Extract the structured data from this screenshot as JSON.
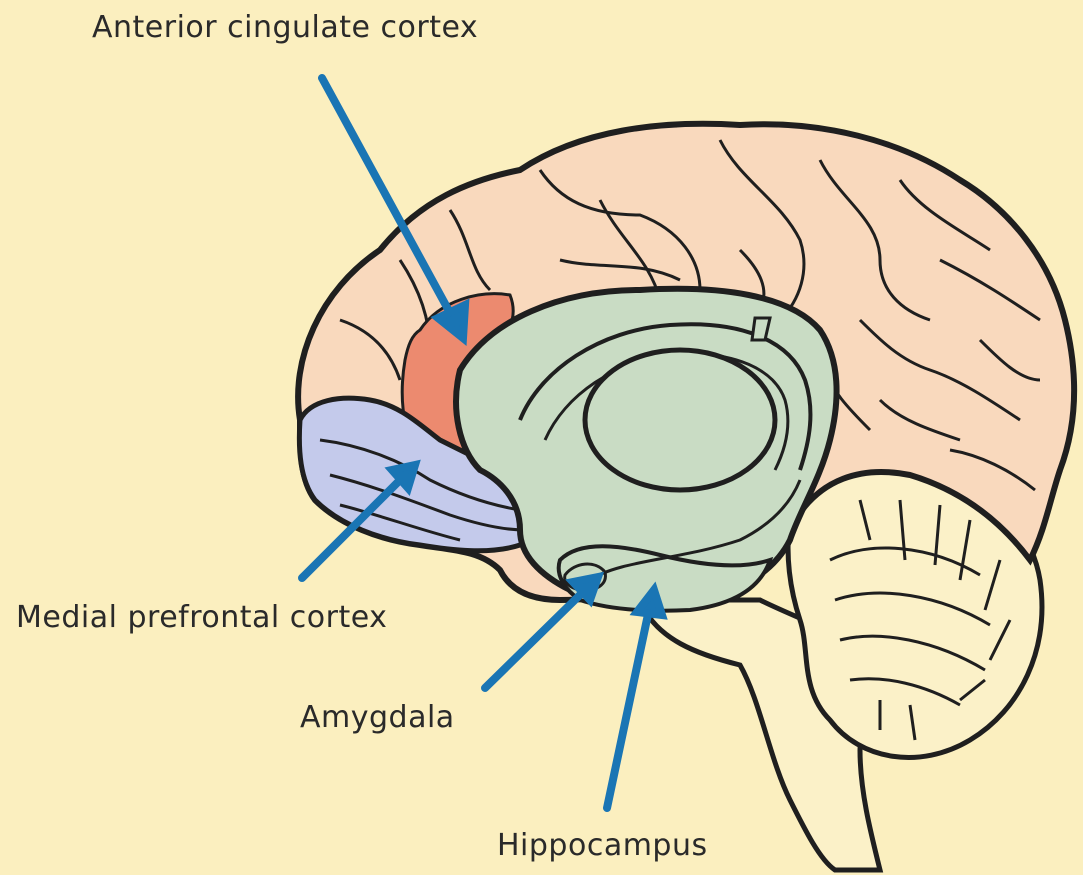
{
  "labels": {
    "anterior_cingulate_cortex": "Anterior cingulate cortex",
    "medial_prefrontal_cortex": "Medial prefrontal cortex",
    "amygdala": "Amygdala",
    "hippocampus": "Hippocampus"
  },
  "colors": {
    "background": "#fbefbf",
    "cortex": "#f9d9bd",
    "anterior_cingulate": "#ec8a6f",
    "medial_prefrontal": "#c4caeb",
    "limbic": "#c9dcc4",
    "cerebellum_brainstem": "#fbf1c8",
    "outline": "#1f1f1f",
    "arrow": "#1a75b4"
  }
}
